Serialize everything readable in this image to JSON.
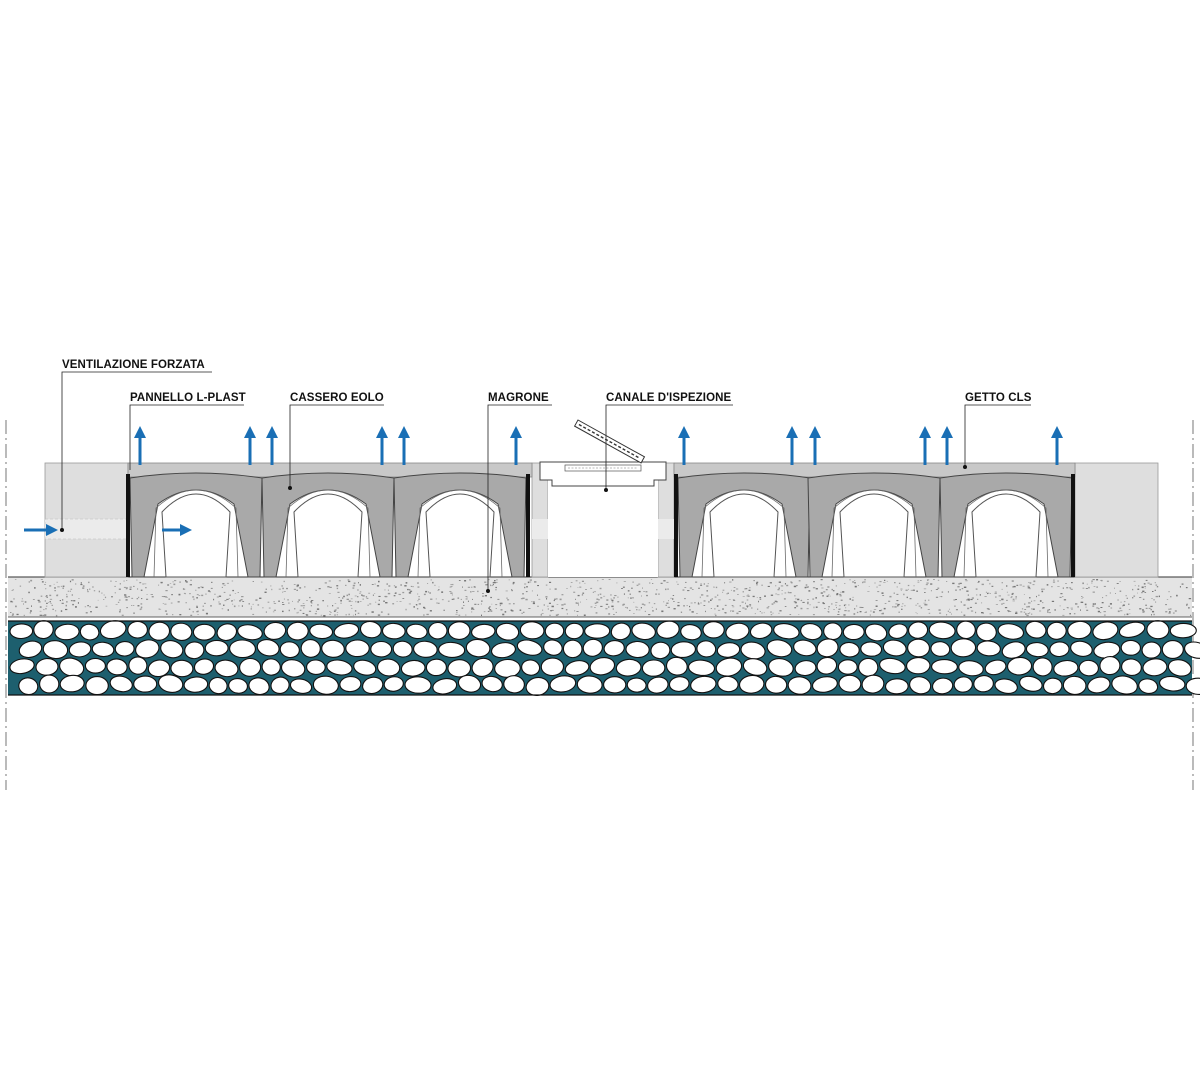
{
  "labels": {
    "ventilazione": "VENTILAZIONE FORZATA",
    "pannello": "PANNELLO L-PLAST",
    "cassero": "CASSERO EOLO",
    "magrone": "MAGRONE",
    "canale": "CANALE D'ISPEZIONE",
    "getto": "GETTO CLS"
  },
  "colors": {
    "arrow": "#1a6fb5",
    "cassero": "#a9a9a9",
    "slab": "#c8c8c8",
    "wall": "#dedede",
    "magrone": "#e4e4e4",
    "gravel_void": "#1d5f6e",
    "stone": "#ffffff"
  }
}
